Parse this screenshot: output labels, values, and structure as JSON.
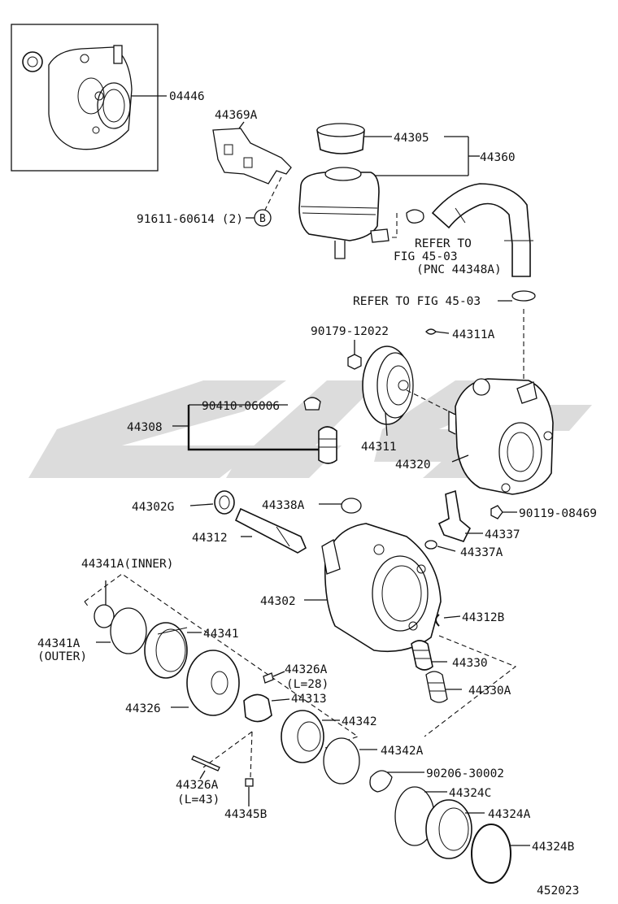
{
  "labels": {
    "l04446": "04446",
    "l44369A": "44369A",
    "l44305": "44305",
    "l44360": "44360",
    "l91611": "91611-60614 (2)",
    "lB": "B",
    "refer1a": "REFER TO",
    "refer1b": "FIG 45-03",
    "refer1c": "(PNC 44348A)",
    "refer2": "REFER TO FIG 45-03",
    "l90179": "90179-12022",
    "l44311A": "44311A",
    "l90410": "90410-06006",
    "l44308": "44308",
    "l44311": "44311",
    "l44320": "44320",
    "l44302G": "44302G",
    "l44338A": "44338A",
    "l90119": "90119-08469",
    "l44312": "44312",
    "l44337": "44337",
    "l44337A": "44337A",
    "l44341Ainner": "44341A(INNER)",
    "l44302": "44302",
    "l44341Aouter1": "44341A",
    "l44341Aouter2": "(OUTER)",
    "l44341": "44341",
    "l44312B": "44312B",
    "l44330": "44330",
    "l44326Aa": "44326A",
    "l44326Ab": "(L=28)",
    "l44330A": "44330A",
    "l44326": "44326",
    "l44313": "44313",
    "l44342": "44342",
    "l44342A": "44342A",
    "l90206": "90206-30002",
    "l44326A2a": "44326A",
    "l44326A2b": "(L=43)",
    "l44324C": "44324C",
    "l44324A": "44324A",
    "l44345B": "44345B",
    "l44324B": "44324B",
    "diagram_no": "452023"
  },
  "colors": {
    "ink": "#111111",
    "watermark": "#d6d6d6",
    "paper": "#ffffff"
  }
}
